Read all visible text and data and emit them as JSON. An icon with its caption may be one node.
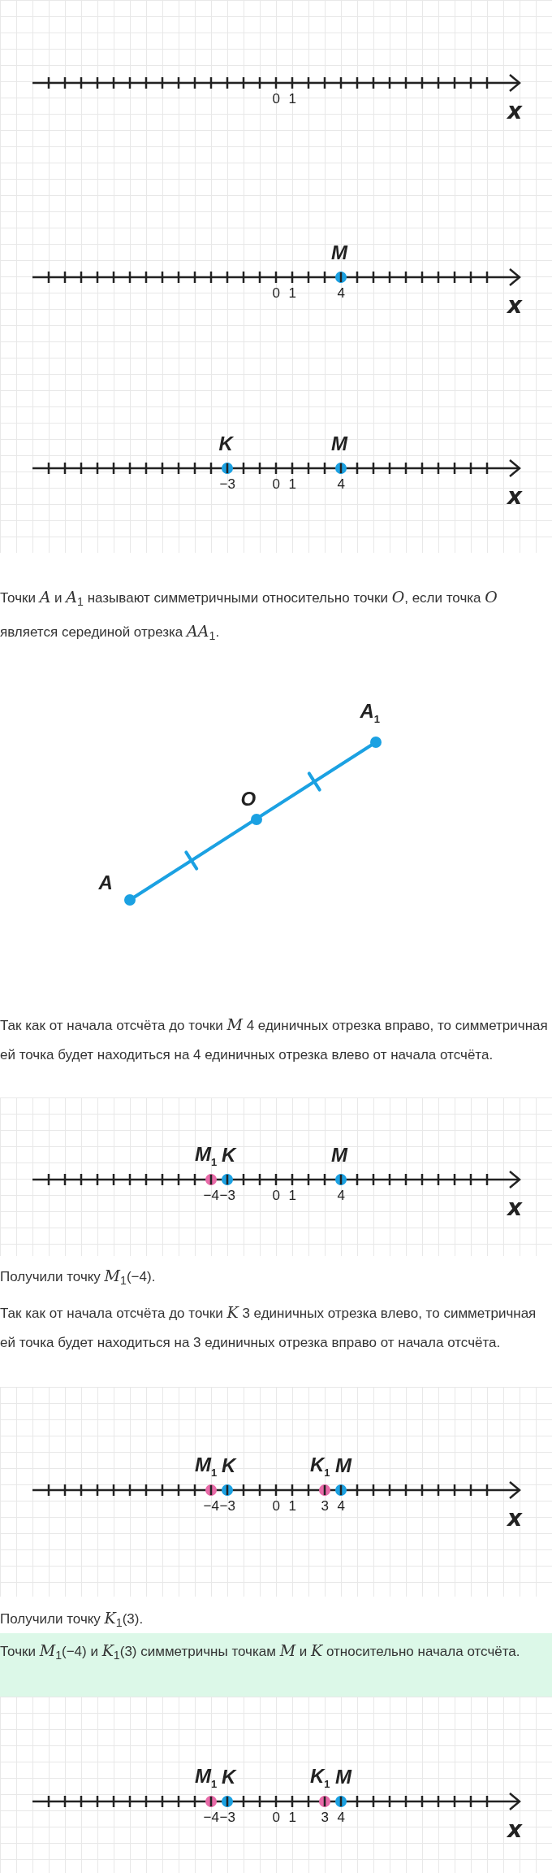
{
  "diagram": {
    "labels": [
      "0",
      "1",
      "x",
      "M",
      "0",
      "1",
      "4",
      "x",
      "K",
      "M",
      "−3",
      "0",
      "1",
      "4",
      "x",
      "Точки *A* и *A*$_{1}$ называют симметричными относительно точки *O*, если точка *O* является серединой отрезка *AA*$_{1}$.",
      "A$_{1}$",
      "O",
      "A",
      "Так как от начала отсчёта до точки *M* 4 единичных отрезка вправо, то симметричная ей точка будет находиться на 4 единичных отрезка влево от начала отсчёта.",
      "M$_{1}$",
      "K",
      "M",
      "−4",
      "−3",
      "0",
      "1",
      "4",
      "x",
      "Получили точку *M*$_{1}$(−4).",
      "Так как от начала отсчёта до точки *K* 3 единичных отрезка влево, то симметричная ей точка будет находиться на 3 единичных отрезка вправо от начала отсчёта.",
      "M$_{1}$",
      "K",
      "K$_{1}$",
      "M",
      "−4",
      "−3",
      "0",
      "1",
      "3",
      "4",
      "x",
      "Получили точку *K*$_{1}$(3).",
      "Точки *M*$_{1}$(−4) и *K*$_{1}$(3) симметричны точкам *M* и *K* относительно начала отсчёта.",
      "M$_{1}$",
      "K",
      "K$_{1}$",
      "M",
      "−4",
      "−3",
      "0",
      "1",
      "3",
      "4",
      "x"
    ]
  }
}
